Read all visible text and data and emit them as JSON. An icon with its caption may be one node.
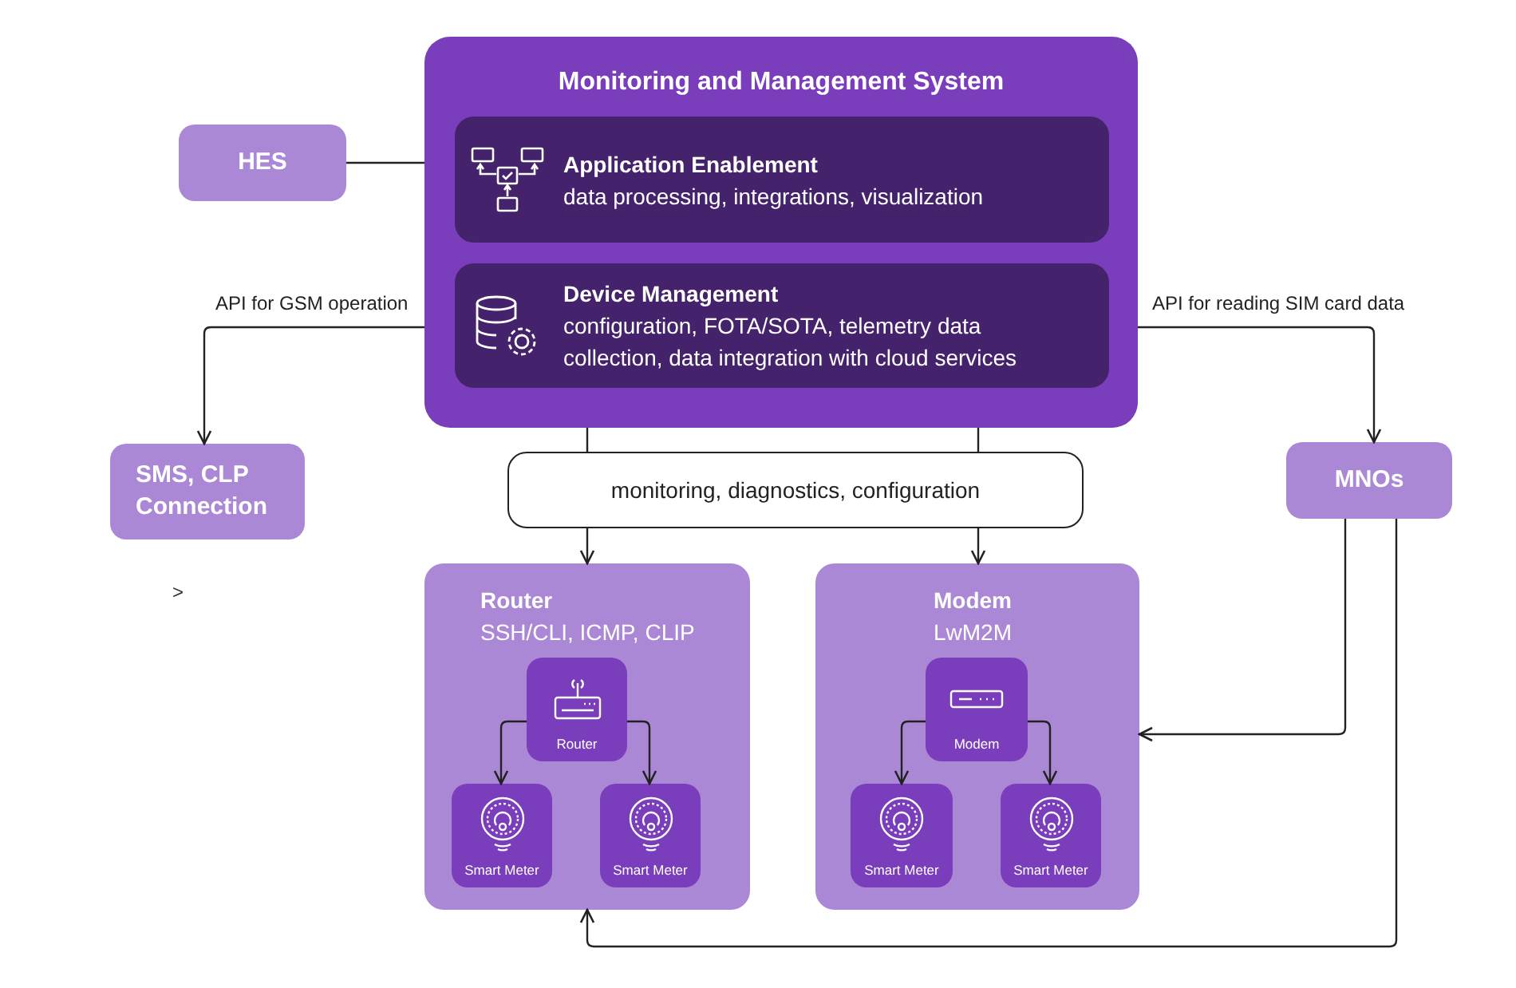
{
  "diagram": {
    "nodes": [
      {
        "text": [
          "HES"
        ]
      },
      {
        "text": [
          "Monitoring and Management System"
        ]
      },
      {
        "text": [
          "Application Enablement",
          "data processing, integrations, visualization"
        ],
        "in": 1
      },
      {
        "text": [
          "Device Management",
          "configuration, FOTA/SOTA, telemetry data collection, data integration with cloud services"
        ],
        "in": 1
      },
      {
        "text": [
          "SMS, CLP Connection"
        ]
      },
      {
        "text": [
          "MNOs"
        ]
      },
      {
        "text": [
          "monitoring, diagnostics, configuration"
        ]
      },
      {
        "text": [
          "Router",
          "SSH/CLI, ICMP, CLIP"
        ]
      },
      {
        "text": [
          "Router"
        ],
        "in": 7
      },
      {
        "text": [
          "Smart Meter"
        ],
        "in": 7
      },
      {
        "text": [
          "Smart Meter"
        ],
        "in": 7
      },
      {
        "text": [
          "Modem",
          "LwM2M"
        ]
      },
      {
        "text": [
          "Modem"
        ],
        "in": 11
      },
      {
        "text": [
          "Smart Meter"
        ],
        "in": 11
      },
      {
        "text": [
          "Smart Meter"
        ],
        "in": 11
      }
    ],
    "edges": [
      {
        "from": 0,
        "to": 1,
        "arrow": "none"
      },
      {
        "from": 1,
        "to": 4,
        "arrow": "to",
        "label": "API for GSM operation"
      },
      {
        "from": 1,
        "to": 5,
        "arrow": "to",
        "label": "API for reading SIM card data"
      },
      {
        "from": 1,
        "to": 6,
        "arrow": "none"
      },
      {
        "from": 6,
        "to": 7,
        "arrow": "to"
      },
      {
        "from": 1,
        "to": 6,
        "arrow": "none"
      },
      {
        "from": 6,
        "to": 11,
        "arrow": "to"
      },
      {
        "from": 5,
        "to": 11,
        "arrow": "to"
      },
      {
        "from": 5,
        "to": 7,
        "arrow": "to"
      },
      {
        "from": 8,
        "to": 9,
        "arrow": "to"
      },
      {
        "from": 8,
        "to": 10,
        "arrow": "to"
      },
      {
        "from": 12,
        "to": 13,
        "arrow": "to"
      },
      {
        "from": 12,
        "to": 14,
        "arrow": "to"
      }
    ],
    "labels": [
      ">"
    ]
  }
}
